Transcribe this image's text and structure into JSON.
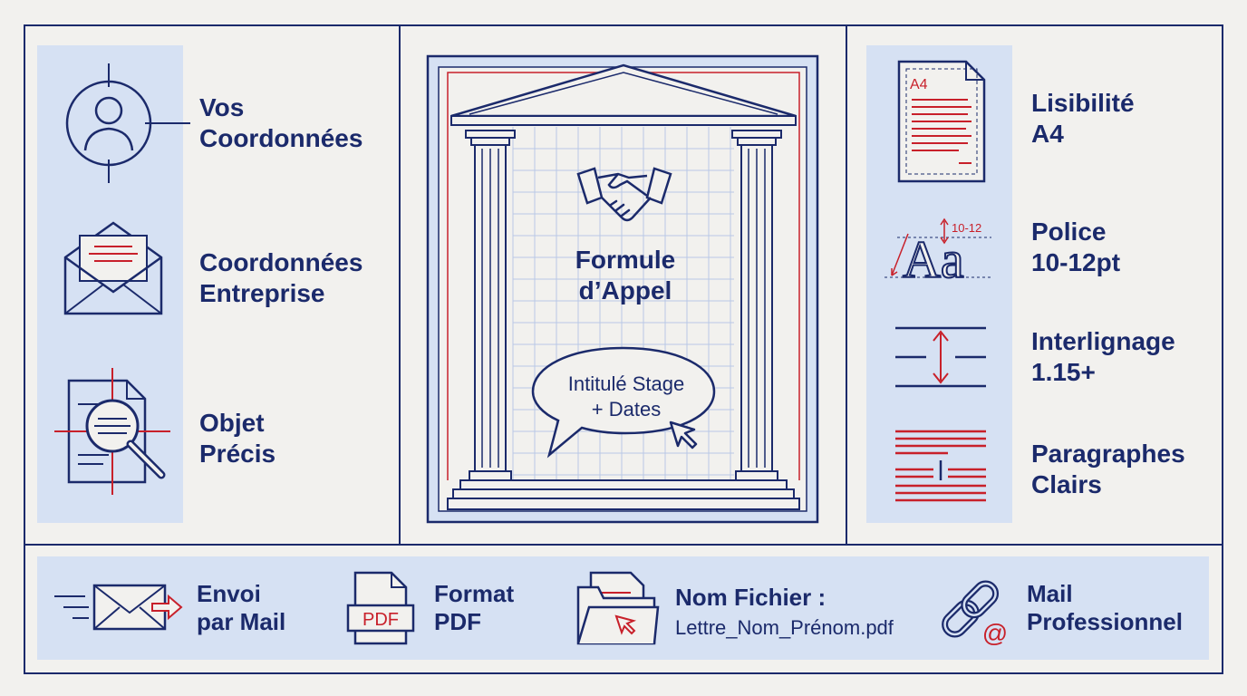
{
  "left": {
    "items": [
      {
        "icon": "user-profile-icon",
        "line1": "Vos",
        "line2": "Coordonnées"
      },
      {
        "icon": "envelope-letter-icon",
        "line1": "Coordonnées",
        "line2": "Entreprise"
      },
      {
        "icon": "document-magnifier-icon",
        "line1": "Objet",
        "line2": "Précis"
      }
    ]
  },
  "center": {
    "icon": "handshake-icon",
    "title_line1": "Formule",
    "title_line2": "d’Appel",
    "bubble_line1": "Intitulé Stage",
    "bubble_line2": "+ Dates"
  },
  "right": {
    "items": [
      {
        "icon": "a4-page-icon",
        "badge": "A4",
        "line1": "Lisibilité",
        "line2": "A4"
      },
      {
        "icon": "font-size-icon",
        "badge": "10-12",
        "glyph": "Aa",
        "line1": "Police",
        "line2": "10-12pt"
      },
      {
        "icon": "line-spacing-icon",
        "line1": "Interlignage",
        "line2": "1.15+"
      },
      {
        "icon": "paragraph-icon",
        "line1": "Paragraphes",
        "line2": "Clairs"
      }
    ]
  },
  "bottom": {
    "items": [
      {
        "icon": "send-mail-icon",
        "line1": "Envoi",
        "line2": "par Mail"
      },
      {
        "icon": "pdf-file-icon",
        "badge": "PDF",
        "line1": "Format",
        "line2": "PDF"
      },
      {
        "icon": "folder-file-icon",
        "line1": "Nom Fichier :",
        "line2": "Lettre_Nom_Prénom.pdf"
      },
      {
        "icon": "chain-link-at-icon",
        "badge": "@",
        "line1": "Mail",
        "line2": "Professionnel"
      }
    ]
  },
  "colors": {
    "navy": "#1b2a6b",
    "red": "#c8202a",
    "panel": "#d6e1f3",
    "background": "#f2f1ee"
  }
}
